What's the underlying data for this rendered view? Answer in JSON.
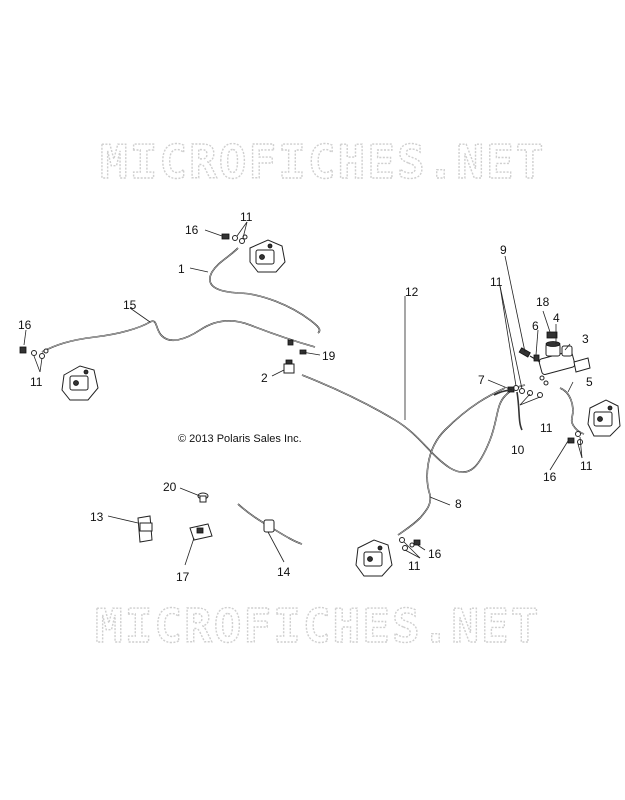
{
  "watermark": {
    "top": "MICROFICHES.NET",
    "bottom": "MICROFICHES.NET"
  },
  "copyright": "© 2013 Polaris Sales Inc.",
  "callouts": {
    "c1": "1",
    "c2": "2",
    "c3": "3",
    "c4": "4",
    "c5": "5",
    "c6": "6",
    "c7": "7",
    "c8": "8",
    "c9": "9",
    "c10": "10",
    "c11a": "11",
    "c11b": "11",
    "c11c": "11",
    "c11d": "11",
    "c11e": "11",
    "c11f": "11",
    "c12": "12",
    "c13": "13",
    "c14": "14",
    "c15": "15",
    "c16a": "16",
    "c16b": "16",
    "c16c": "16",
    "c16d": "16",
    "c17": "17",
    "c18": "18",
    "c19": "19",
    "c20": "20"
  }
}
